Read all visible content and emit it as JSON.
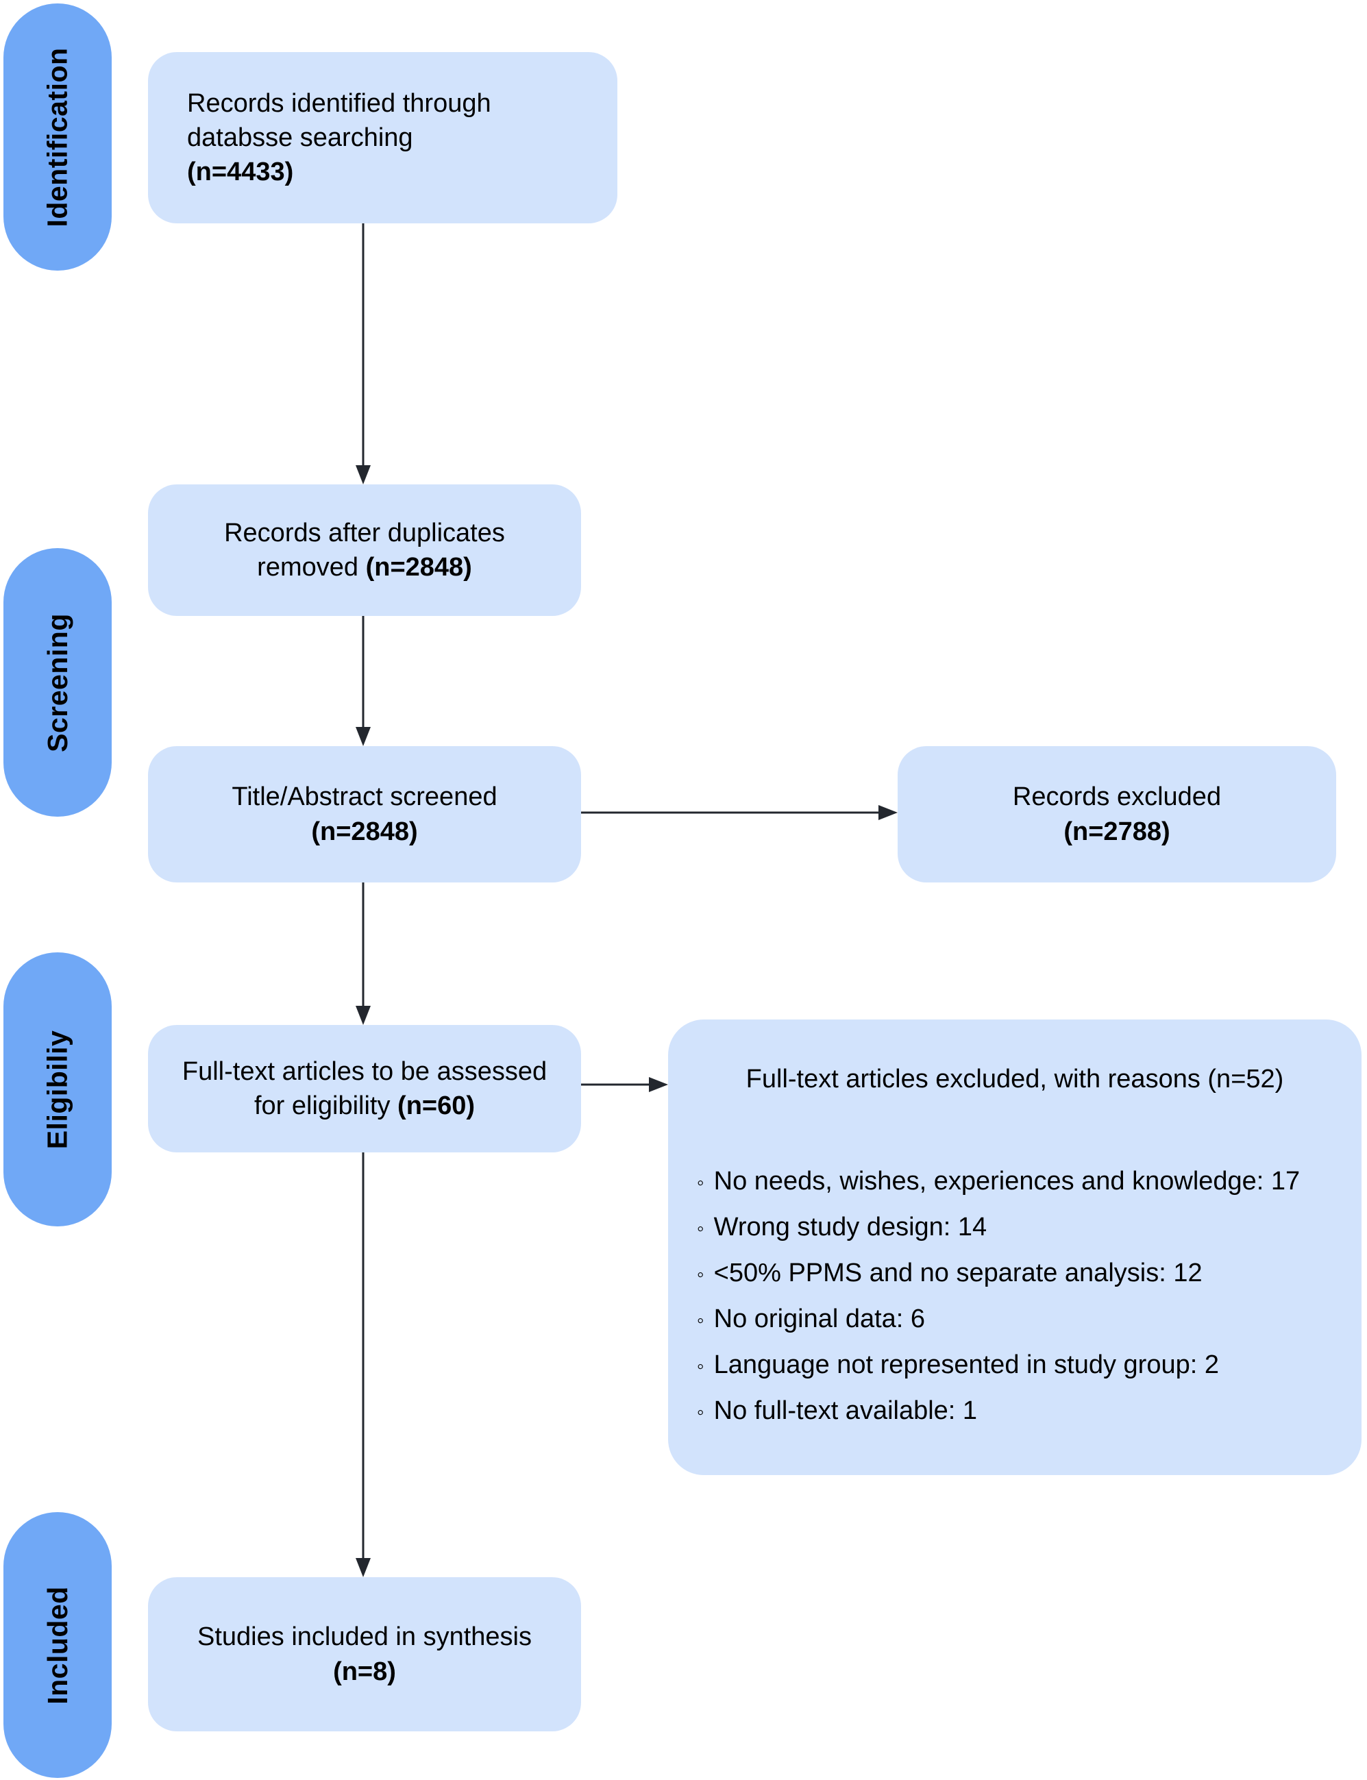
{
  "stages": {
    "identification": "Identification",
    "screening": "Screening",
    "eligibility": "Eligibiliy",
    "included": "Included"
  },
  "boxes": {
    "identified": {
      "line1": "Records identified through",
      "line2": "databsse searching",
      "n": "(n=4433)"
    },
    "duplicates": {
      "line1": "Records after duplicates",
      "line2_prefix": "removed ",
      "n": "(n=2848)"
    },
    "screened": {
      "line1": "Title/Abstract screened",
      "n": "(n=2848)"
    },
    "records_excluded": {
      "line1": "Records excluded",
      "n": "(n=2788)"
    },
    "fulltext": {
      "line1": "Full-text articles to be assessed",
      "line2_prefix": "for eligibility ",
      "n": "(n=60)"
    },
    "fulltext_excluded": {
      "title_prefix": "Full-text articles excluded, with reasons ",
      "n": "(n=52)",
      "bullet": "◦",
      "reasons": [
        "No needs, wishes, experiences and knowledge: 17",
        "Wrong study design: 14",
        "<50% PPMS and no separate analysis: 12",
        "No original data: 6",
        "Language not represented in study group: 2",
        "No full-text available: 1"
      ]
    },
    "included_synthesis": {
      "line1": "Studies included in synthesis",
      "n": "(n=8)"
    }
  },
  "colors": {
    "stage_pill": "#70a8f6",
    "flow_box": "#d2e3fc",
    "arrow": "#23272e"
  }
}
